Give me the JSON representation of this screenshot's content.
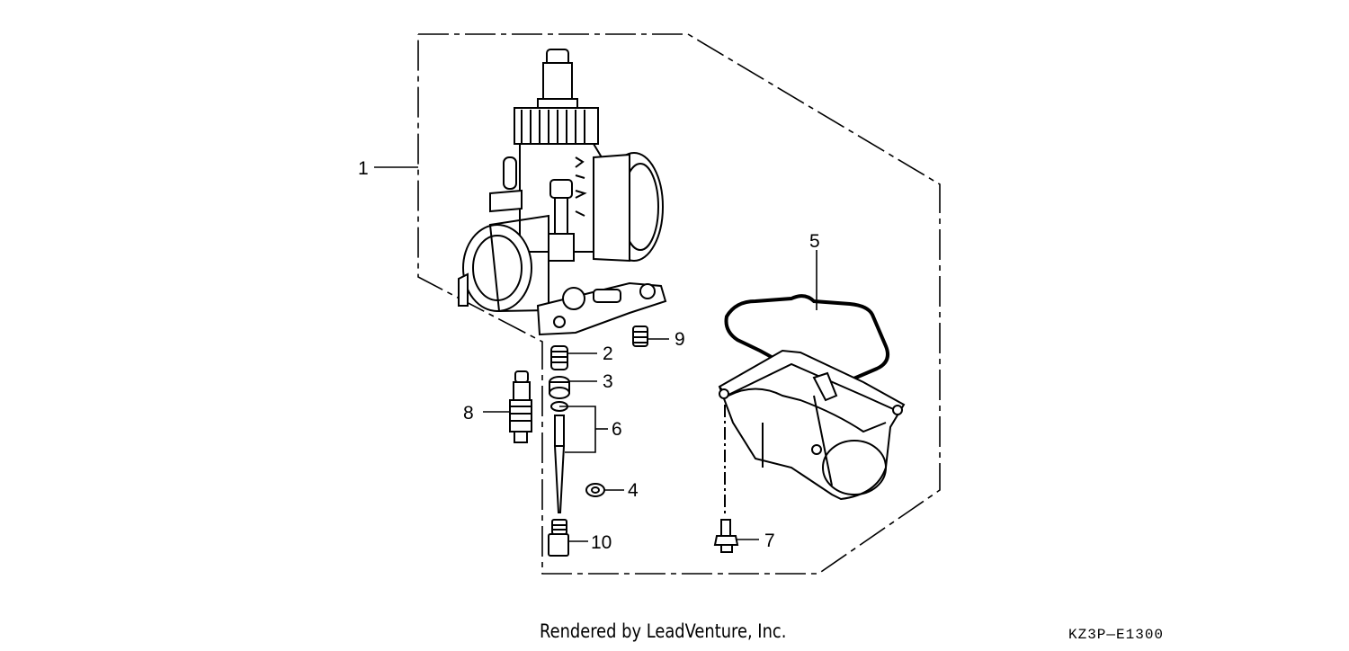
{
  "diagram": {
    "callouts": [
      "1",
      "2",
      "3",
      "4",
      "5",
      "6",
      "7",
      "8",
      "9",
      "10"
    ],
    "footer_text": "Rendered by LeadVenture, Inc.",
    "diagram_code": "KZ3P—E1300"
  },
  "colors": {
    "line": "#000000",
    "background": "#ffffff"
  }
}
